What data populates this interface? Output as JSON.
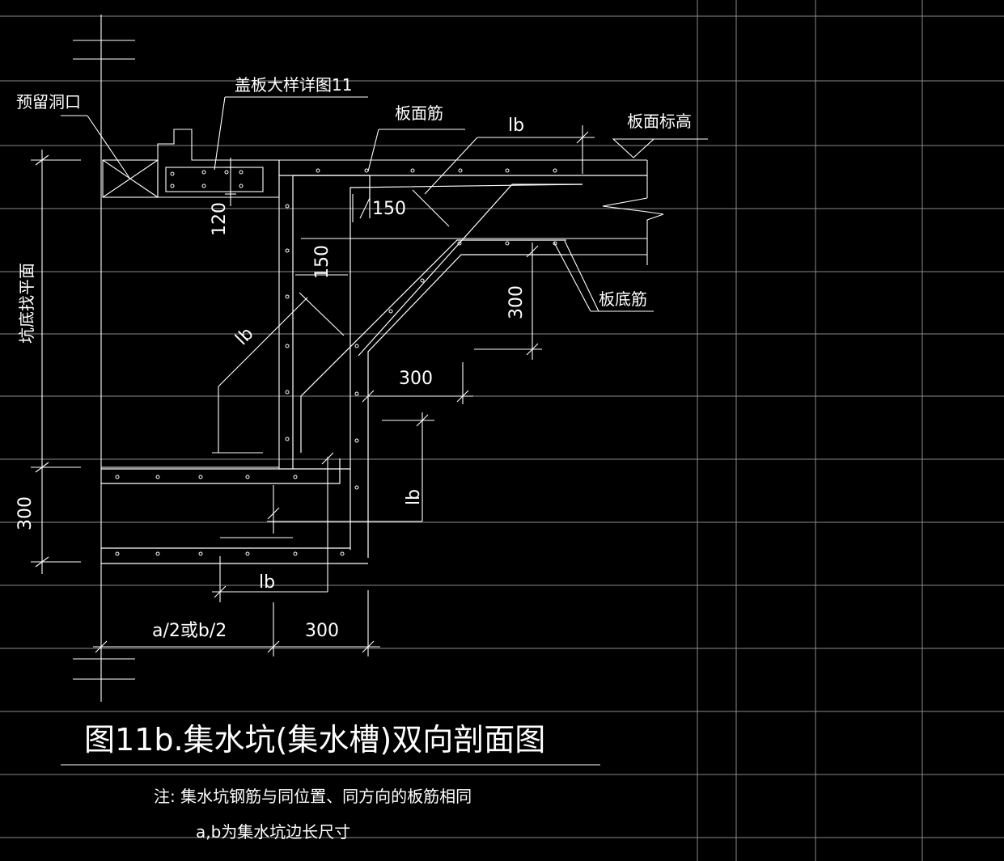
{
  "labels": {
    "reserved_opening": "预留洞口",
    "cover_plate_detail": "盖板大样详图11",
    "slab_top_bar": "板面筋",
    "slab_top_elevation": "板面标高",
    "slab_bottom_bar": "板底筋",
    "pit_bottom_plane": "坑底找平面"
  },
  "dimensions": {
    "lb_top": "lb",
    "dim_150_a": "150",
    "dim_150_b": "150",
    "dim_120": "120",
    "lb_diag": "lb",
    "dim_300_right": "300",
    "dim_300_mid": "300",
    "lb_right": "lb",
    "dim_300_left": "300",
    "lb_bottom": "lb",
    "a_half_or_b_half": "a/2或b/2",
    "dim_300_bottom": "300"
  },
  "title": "图11b.集水坑(集水槽)双向剖面图",
  "notes": {
    "note_line1": "注: 集水坑钢筋与同位置、同方向的板筋相同",
    "note_line2": "a,b为集水坑边长尺寸"
  }
}
